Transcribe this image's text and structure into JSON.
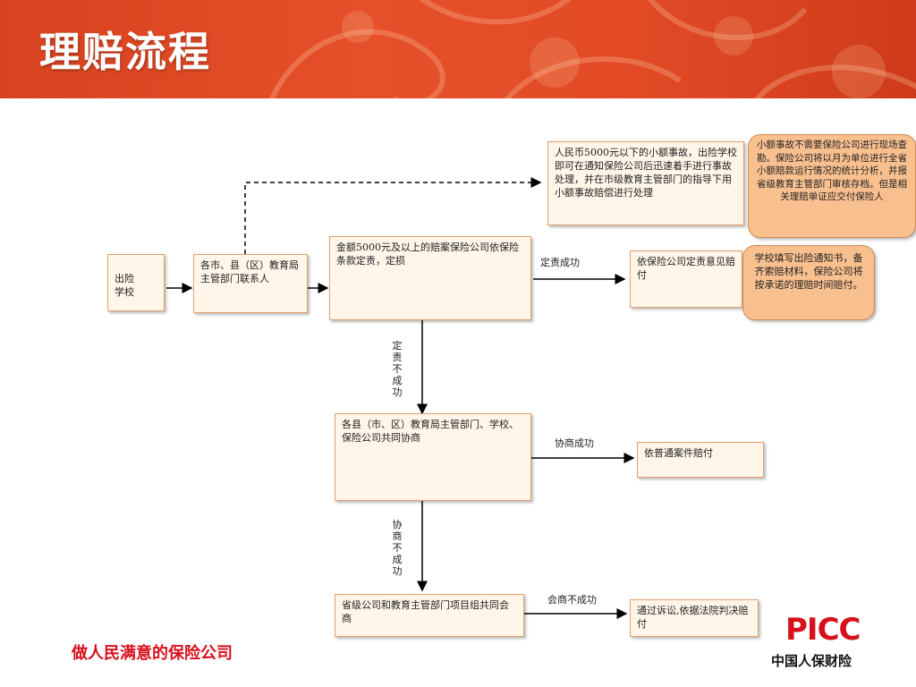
{
  "header": {
    "title": "理赔流程"
  },
  "nodes": {
    "school": "出险\n学校",
    "bureau": "各市、县（区）教育局主管部门联系人",
    "small_claim": "人民币5000元以下的小额事故，出险学校即可在通知保险公司后迅速着手进行事故处理，并在市级教育主管部门的指导下用小额事故赔偿进行处理",
    "large_claim": "金额5000元及以上的赔案保险公司依保险条款定责，定损",
    "pay_by_opinion": "依保险公司定责意见赔付",
    "county_negotiation": "各县（市、区）教育局主管部门、学校、保险公司共同协商",
    "normal_pay": "依普通案件赔付",
    "provincial_meeting": "省级公司和教育主管部门项目组共同会商",
    "litigation": "通过诉讼,依据法院判决赔付"
  },
  "notes": {
    "small_claim_note": "小额事故不需要保险公司进行现场查勘。保险公司将以月为单位进行全省小额赔款运行情况的统计分析，并报省级教育主管部门审核存档。但是相关理赔单证应交付保险人",
    "school_note": "学校填写出险通知书，备齐索赔材料，保险公司将按承诺的理赔时间赔付。"
  },
  "edges": {
    "liability_success": "定责成功",
    "liability_fail": "定责不成功",
    "negotiation_success": "协商成功",
    "negotiation_fail": "协商不成功",
    "meeting_fail": "会商不成功"
  },
  "footer": {
    "slogan": "做人民满意的保险公司",
    "logo_text": "PICC",
    "logo_sub": "中国人保财险"
  },
  "colors": {
    "banner": "#e14a25",
    "box_fill": "#fff5e8",
    "note_fill": "#f9c08f",
    "brand_red": "#d8101c"
  }
}
